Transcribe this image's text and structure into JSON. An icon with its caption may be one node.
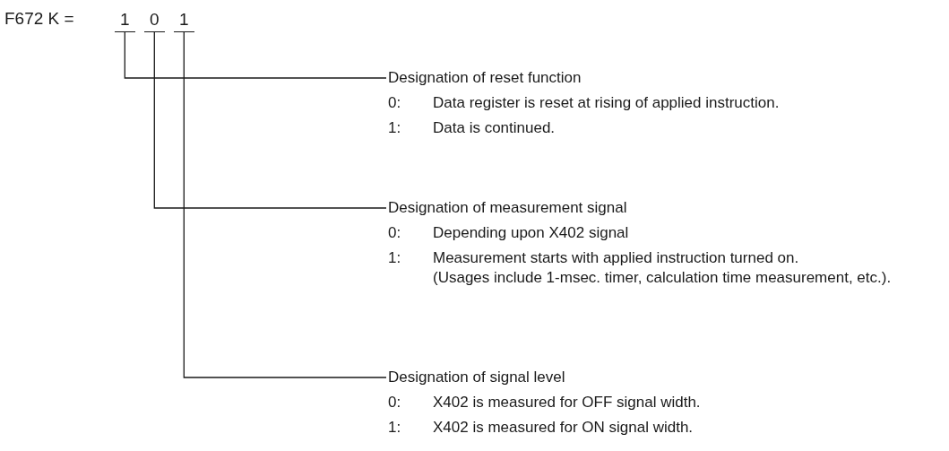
{
  "diagram": {
    "nodes": [
      {
        "text": [
          "1"
        ]
      },
      {
        "text": [
          "0"
        ]
      },
      {
        "text": [
          "1"
        ]
      },
      {
        "text": [
          "Designation of reset function",
          "0: Data register is reset at rising of applied instruction.",
          "1: Data is continued."
        ]
      },
      {
        "text": [
          "Designation of measurement signal",
          "0: Depending upon X402 signal",
          "1: Measurement starts with applied instruction turned on.",
          "(Usages include 1-msec. timer, calculation time measurement, etc.)."
        ]
      },
      {
        "text": [
          "Designation of signal level",
          "0: X402 is measured for OFF signal width.",
          "1: X402 is measured for ON signal width."
        ]
      }
    ],
    "edges": [
      {
        "from": 0,
        "to": 3,
        "arrow": "none"
      },
      {
        "from": 1,
        "to": 4,
        "arrow": "none"
      },
      {
        "from": 2,
        "to": 5,
        "arrow": "none"
      }
    ],
    "labels": [
      "F672 K ="
    ]
  }
}
